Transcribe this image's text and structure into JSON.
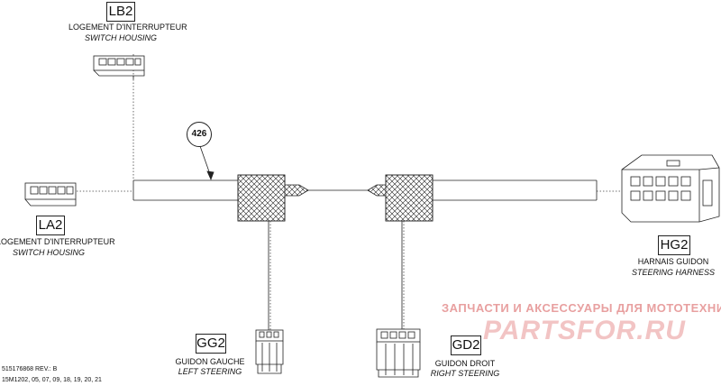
{
  "connectors": {
    "lb2": {
      "code": "LB2",
      "label_fr": "LOGEMENT D'INTERRUPTEUR",
      "label_en": "SWITCH HOUSING"
    },
    "la2": {
      "code": "LA2",
      "label_fr": "LOGEMENT D'INTERRUPTEUR",
      "label_en": "SWITCH HOUSING"
    },
    "hg2": {
      "code": "HG2",
      "label_fr": "HARNAIS GUIDON",
      "label_en": "STEERING HARNESS"
    },
    "gg2": {
      "code": "GG2",
      "label_fr": "GUIDON GAUCHE",
      "label_en": "LEFT STEERING"
    },
    "gd2": {
      "code": "GD2",
      "label_fr": "GUIDON DROIT",
      "label_en": "RIGHT STEERING"
    }
  },
  "callout": {
    "number": "426"
  },
  "footer": {
    "rev": "515176868 REV.: B",
    "code": "15M1202, 05, 07, 09, 18, 19, 20, 21"
  },
  "watermark": {
    "line1": "ЗАПЧАСТИ И АКСЕССУАРЫ ДЛЯ МОТОТЕХНИКИ",
    "logo": "PARTSFOR.RU"
  }
}
